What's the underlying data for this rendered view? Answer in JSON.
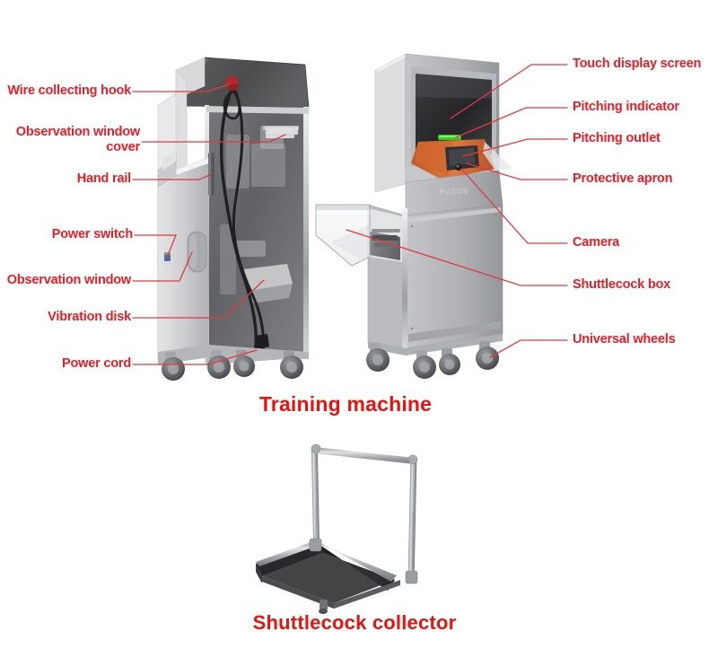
{
  "page": {
    "background_color": "#ffffff",
    "accent_color": "#ed1c24",
    "caption_color": "#e8130f"
  },
  "captions": {
    "training_machine": "Training machine",
    "shuttlecock_collector": "Shuttlecock collector"
  },
  "left_callouts": [
    {
      "label": "Wire collecting hook"
    },
    {
      "label": "Observation window\ncover"
    },
    {
      "label": "Hand rail"
    },
    {
      "label": "Power switch"
    },
    {
      "label": "Observation window"
    },
    {
      "label": "Vibration disk"
    },
    {
      "label": "Power cord"
    }
  ],
  "right_callouts": [
    {
      "label": "Touch display screen"
    },
    {
      "label": "Pitching indicator"
    },
    {
      "label": "Pitching outlet"
    },
    {
      "label": "Protective apron"
    },
    {
      "label": "Camera"
    },
    {
      "label": "Shuttlecock box"
    },
    {
      "label": "Universal wheels"
    }
  ],
  "machine_branding": {
    "logo_text": "PUSUN"
  },
  "colors": {
    "cabinet_light": "#d9dadb",
    "cabinet_mid": "#b9bbbd",
    "cabinet_dark": "#87898c",
    "hood_dark": "#4c4e50",
    "apron_orange": "#d9632c",
    "indicator_green": "#34c724",
    "screen_black": "#2b2c2e",
    "wheel_gray": "#6e7073",
    "frame_steel": "#9fa2a5",
    "collector_base": "#26282a"
  }
}
